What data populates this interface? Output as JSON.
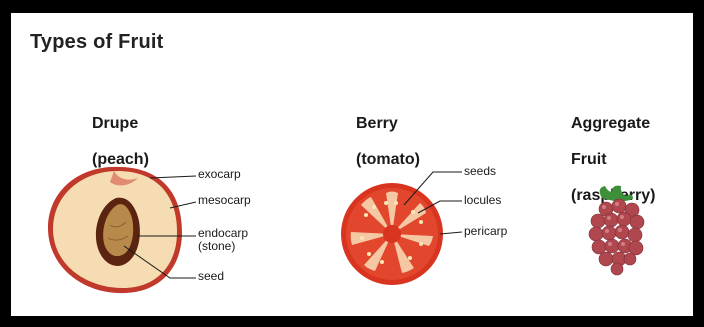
{
  "title": "Types of Fruit",
  "fruits": [
    {
      "heading": "Drupe",
      "subheading": "(peach)",
      "labels": [
        "exocarp",
        "mesocarp",
        "endocarp",
        "(stone)",
        "seed"
      ]
    },
    {
      "heading": "Berry",
      "subheading": "(tomato)",
      "labels": [
        "seeds",
        "locules",
        "pericarp"
      ]
    },
    {
      "heading": "Aggregate",
      "heading2": "Fruit",
      "subheading": "(raspberry)",
      "labels": []
    }
  ],
  "colors": {
    "frame": "#000000",
    "peach_flesh": "#f4d9b0",
    "peach_skin": "#c0392b",
    "stone": "#7a3b1a",
    "seed": "#b78a4c",
    "tomato": "#d9341f",
    "locule": "#f7c9a8",
    "raspberry": "#b0474f",
    "leaf": "#3e8f3a"
  }
}
